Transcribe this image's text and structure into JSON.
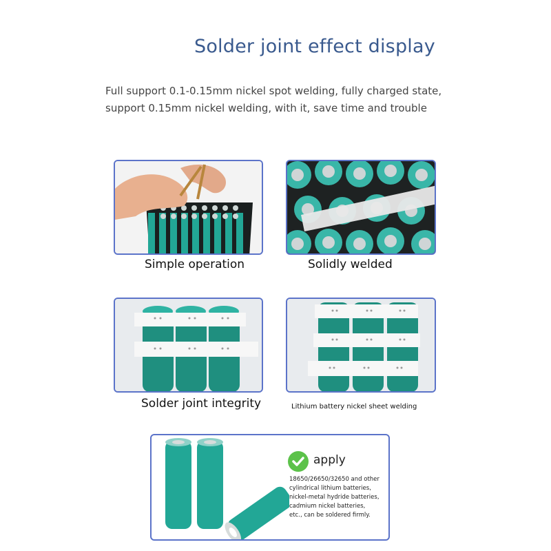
{
  "header": {
    "title": "Solder joint effect display",
    "subtitle_line1": "Full support 0.1-0.15mm nickel spot welding, fully charged state,",
    "subtitle_line2": "support 0.15mm nickel welding, with it, save time and trouble"
  },
  "panels": [
    {
      "caption": "Simple operation"
    },
    {
      "caption": "Solidly welded"
    },
    {
      "caption": "Solder joint integrity"
    },
    {
      "caption": "Lithium battery nickel sheet welding"
    }
  ],
  "apply": {
    "title": "apply",
    "lines": [
      "18650/26650/32650 and other",
      "cylindrical lithium batteries,",
      "nickel-metal hydride batteries,",
      "cadmium nickel batteries,",
      "etc., can be soldered firmly."
    ]
  },
  "colors": {
    "battery": "#1fa394",
    "border": "#5b73c9",
    "title": "#3a5a8e",
    "check": "#5cc24a"
  }
}
